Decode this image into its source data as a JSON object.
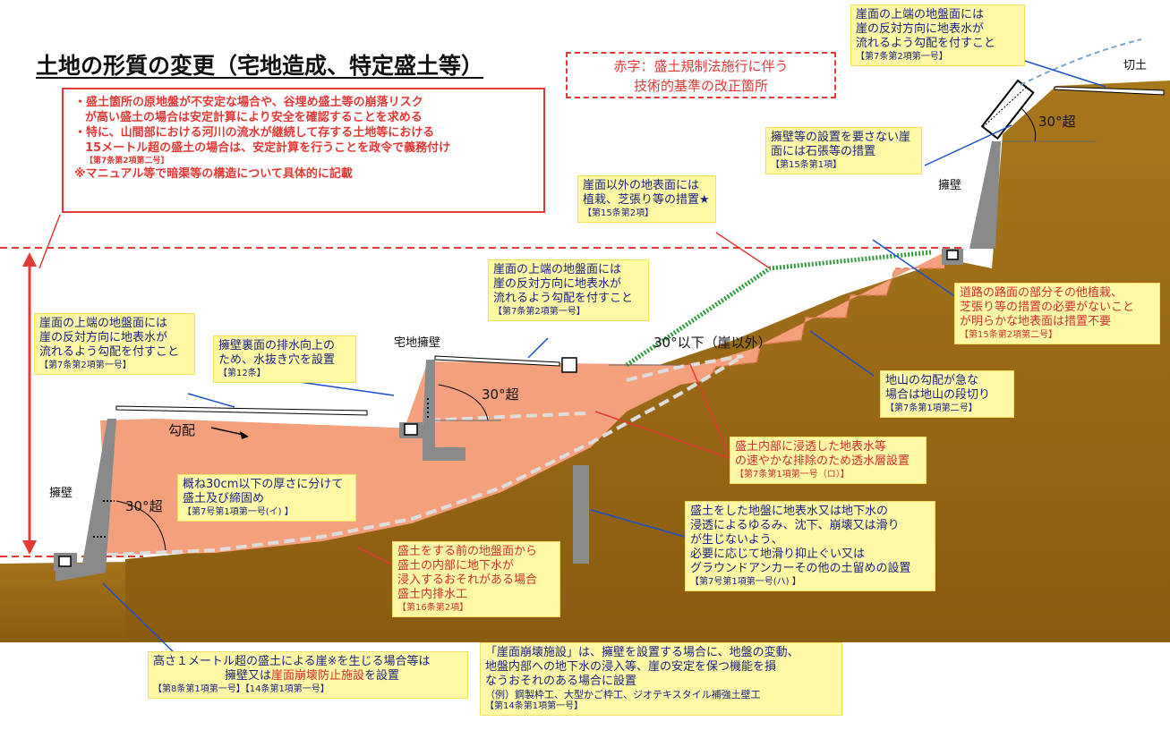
{
  "title": "土地の形質の変更（宅地造成、特定盛土等）",
  "legend": {
    "line1": "赤字：盛土規制法施行に伴う",
    "line2": "技術的基準の改正箇所"
  },
  "red_notice": {
    "line1": "・盛土箇所の原地盤が不安定な場合や、谷埋め盛土等の崩落リスク",
    "line2": "が高い盛土の場合は安定計算により安全を確認することを求める",
    "line3": "・特に、山間部における河川の流水が継続して存する土地等における",
    "line4": "15メートル超の盛土の場合は、安定計算を行うことを政令で義務付け",
    "ref": "【第7条第2項第二号】",
    "line5": "※マニュアル等で暗渠等の構造について具体的に記載"
  },
  "callouts": {
    "top_right": {
      "line1": "崖面の上端の地盤面には",
      "line2": "崖の反対方向に地表水が",
      "line3": "流れるよう勾配を付すこと",
      "ref": "【第7条第2項第一号】"
    },
    "stone": {
      "line1": "擁壁等の設置を要さない崖",
      "line2": "面には石張等の措置",
      "ref": "【第15条第1項】"
    },
    "planting": {
      "line1": "崖面以外の地表面には",
      "line2": "植栽、芝張り等の措置★",
      "ref": "【第15条第2項】"
    },
    "mid_top": {
      "line1": "崖面の上端の地盤面には",
      "line2": "崖の反対方向に地表水が",
      "line3": "流れるよう勾配を付すこと",
      "ref": "【第7条第2項第一号】"
    },
    "road": {
      "line1": "道路の路面の部分その他植栽、",
      "line2": "芝張り等の措置の必要がないこと",
      "line3": "が明らかな地表面は措置不要",
      "ref": "【第15条第2項第二号】"
    },
    "left_top": {
      "line1": "崖面の上端の地盤面には",
      "line2": "崖の反対方向に地表水が",
      "line3": "流れるよう勾配を付すこと",
      "ref": "【第7条第2項第一号】"
    },
    "drain_hole": {
      "line1": "擁壁裏面の排水向上の",
      "line2": "ため、水抜き穴を設置",
      "ref": "【第12条】"
    },
    "steps": {
      "line1": "地山の勾配が急な",
      "line2": "場合は地山の段切り",
      "ref": "【第7条第1項第二号】"
    },
    "permeable": {
      "line1": "盛土内部に浸透した地表水等",
      "line2": "の速やかな排除のため透水層設置",
      "ref": "【第7条第1項第一号（ロ）】"
    },
    "compaction": {
      "line1": "概ね30cm以下の厚さに分けて",
      "line2": "盛土及び締固め",
      "ref": "【第7号第1項第一号(イ) 】"
    },
    "groundwater": {
      "line1": "盛土をする前の地盤面から",
      "line2": "盛土の内部に地下水が",
      "line3": "浸入するおそれがある場合",
      "line4": "盛土内排水工",
      "ref": "【第16条第2項】"
    },
    "pile": {
      "line1": "盛土をした地盤に地表水又は地下水の",
      "line2": "浸透によるゆるみ、沈下、崩壊又は滑り",
      "line3": "が生じないよう、",
      "line4": "必要に応じて地滑り抑止ぐい又は",
      "line5": "グラウンドアンカーその他の土留めの設置",
      "ref": "【第7号第1項第一号(ハ) 】"
    },
    "height": {
      "line1": "高さ１メートル超の盛土による崖※を生じる場合等は",
      "line2a": "擁壁又は",
      "line2b": "崖面崩壊防止施設",
      "line2c": "を設置",
      "ref": "【第8条第1項第一号】【14条第1項第一号】"
    },
    "collapse": {
      "line1": "「崖面崩壊施設」は、擁壁を設置する場合に、地盤の変動、",
      "line2": "地盤内部への地下水の浸入等、崖の安定を保つ機能を損",
      "line3": "なうおそれのある場合に設置",
      "line4": "（例）鋼製枠工、大型かご枠工、ジオテキスタイル補強土壁工",
      "ref": "【第14条第1項第一号】"
    }
  },
  "labels": {
    "cut": "切土",
    "wall_right": "擁壁",
    "wall_left": "擁壁",
    "takuchi_wall": "宅地擁壁",
    "slope": "勾配",
    "angle_top": "30°超",
    "angle_mid": "30°超",
    "angle_left": "30°超",
    "angle_below": "30°以下（崖以外）"
  },
  "colors": {
    "ground": "#9b6a14",
    "fill": "#f5a07c",
    "red": "#e53935",
    "navy": "#1a237e",
    "callout": "#fff9a6",
    "wall": "#808080",
    "grass": "#2e9b3a"
  }
}
